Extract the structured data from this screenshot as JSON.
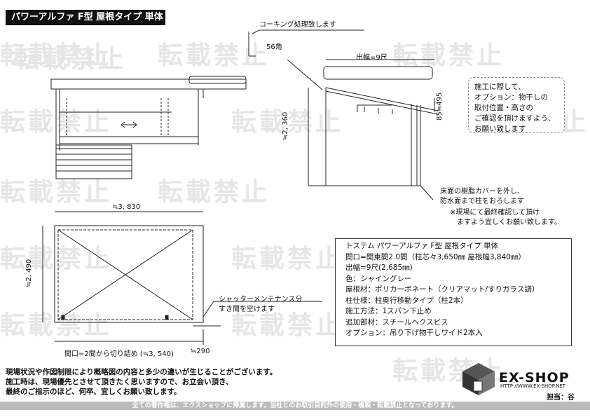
{
  "header": {
    "title": "パワーアルファ F型 屋根タイプ 単体"
  },
  "watermark": {
    "text": "転載禁止"
  },
  "plan": {
    "width_label": "≒3, 830",
    "depth_label": "≒2, 490",
    "bottom_label": "間口=2間から切り詰め (≒3, 540)",
    "bottom_right_label": "≒290",
    "shutter_note_line1": "シャッターメンテナンス分",
    "shutter_note_line2": "すき間を空けます"
  },
  "section": {
    "caulking_note": "コーキング処理致します",
    "angle_label": "56角",
    "overhang_label": "出幅=9尺",
    "height_label": "≒2, 360",
    "side_label": "85≒495",
    "floor_note_line1": "床面の樹脂カバーを外し、",
    "floor_note_line2": "防水面まで柱をおろします",
    "confirm_line1": "※現場にて最終確認して頂け",
    "confirm_line2": "ますよう宜しくお願い致します。"
  },
  "note_box": {
    "lines": [
      "施工に際して、",
      "オプション：物干しの",
      "取付位置・高さの",
      "ご確認を頂けますよう、",
      "お願い致します"
    ]
  },
  "spec": {
    "lines": [
      "トステム パワーアルファ F型 屋根タイプ 単体",
      "間口=関東間2.0間（柱芯々3,650㎜ 屋根幅3,840㎜）",
      "出幅=9尺(2,685㎜)",
      "色：シャイングレー",
      "屋根材：ポリカーボネート（クリアマット/すりガラス調）",
      "柱仕様：柱奥行移動タイプ（柱2本）",
      "施工方法：1スパン下止め",
      "追加部材：スチールヘクスビス",
      "オプション：吊り下げ物干しワイド2本入"
    ]
  },
  "footer": {
    "line1": "現場状況や作図制限により概略図の内容と多少の違いが生じることがございます。",
    "line2": "施工時は、現場優先とさせて頂きたく思いますので、お立会い頂き、",
    "line3": "最終のご指示のほど、何卒、宜しくお願い致します。",
    "copyright": "全ての著作権は、エクスショップに帰属します。当社とのお取引目的外の使用・複製・転載禁止となっております。"
  },
  "logo": {
    "brand": "EX-SHOP",
    "url": "HTTP://WWW.EX-SHOP.NET",
    "staff": "担当：谷"
  }
}
